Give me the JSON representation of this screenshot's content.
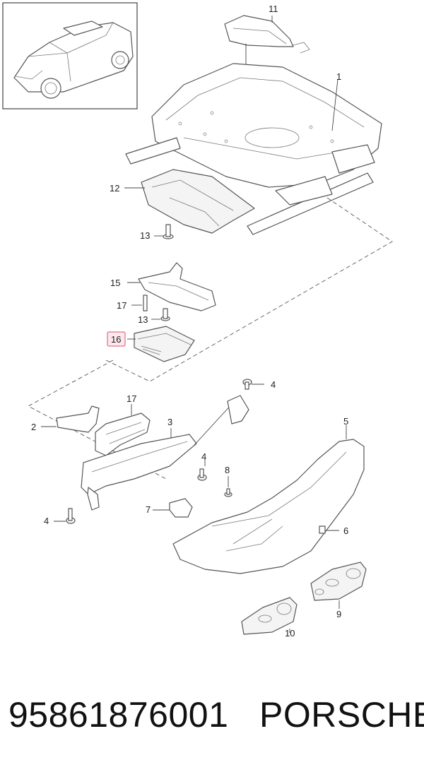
{
  "callouts": [
    {
      "id": "c11",
      "label": "11"
    },
    {
      "id": "c1",
      "label": "1"
    },
    {
      "id": "c12",
      "label": "12"
    },
    {
      "id": "c13a",
      "label": "13"
    },
    {
      "id": "c15",
      "label": "15"
    },
    {
      "id": "c17a",
      "label": "17"
    },
    {
      "id": "c13b",
      "label": "13"
    },
    {
      "id": "c16",
      "label": "16",
      "highlighted": true
    },
    {
      "id": "c4a",
      "label": "4"
    },
    {
      "id": "c17b",
      "label": "17"
    },
    {
      "id": "c3",
      "label": "3"
    },
    {
      "id": "c5",
      "label": "5"
    },
    {
      "id": "c2",
      "label": "2"
    },
    {
      "id": "c4b",
      "label": "4"
    },
    {
      "id": "c8",
      "label": "8"
    },
    {
      "id": "c7",
      "label": "7"
    },
    {
      "id": "c4c",
      "label": "4"
    },
    {
      "id": "c6",
      "label": "6"
    },
    {
      "id": "c9",
      "label": "9"
    },
    {
      "id": "c10",
      "label": "10"
    }
  ],
  "footer": {
    "part_number": "95861876001",
    "brand": "PORSCHE"
  },
  "colors": {
    "highlight_fill": "#fde8ee",
    "highlight_stroke": "#d9536f",
    "line": "#555555"
  }
}
